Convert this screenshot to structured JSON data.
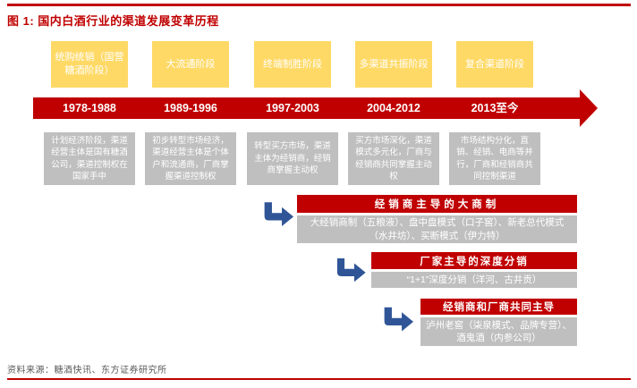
{
  "figure": {
    "title": "图 1: 国内白酒行业的渠道发展变革历程",
    "source": "资料来源：糖酒快讯、东方证券研究所"
  },
  "colors": {
    "accent_red": "#C00000",
    "stage_yellow": "#FFD966",
    "box_gray": "#BFBFBF",
    "arrow_blue": "#2F5597",
    "text_white": "#FFFFFF",
    "source_gray": "#595959"
  },
  "icons": {
    "timeline_arrow": "right-arrow-icon",
    "model_connector": "bent-elbow-arrow-icon"
  },
  "timeline": {
    "stages": [
      {
        "name": "统购统销（国营糖酒阶段）",
        "period": "1978-1988",
        "description": "计划经济阶段，渠道经营主体是国有糖酒公司，渠道控制权在国家手中"
      },
      {
        "name": "大流通阶段",
        "period": "1989-1996",
        "description": "初步转型市场经济，渠道经营主体是个体户和流通商，厂商掌握渠道控制权"
      },
      {
        "name": "终端制胜阶段",
        "period": "1997-2003",
        "description": "转型买方市场，渠道主体为经销商，经销商掌握主动权"
      },
      {
        "name": "多渠道共振阶段",
        "period": "2004-2012",
        "description": "买方市场深化，渠道模式多元化，厂商与经销商共同掌握主动权"
      },
      {
        "name": "复合渠道阶段",
        "period": "2013至今",
        "description": "市场结构分化，直销、经销、电商等并行，厂商和经销商共同控制渠道"
      }
    ]
  },
  "channel_models": [
    {
      "heading": "经销商主导的大商制",
      "detail": "大经销商制（五粮液）、盘中盘模式（口子窖）、新老总代模式（水井坊）、买断模式（伊力特）"
    },
    {
      "heading": "厂家主导的深度分销",
      "detail": "“1+1”深度分销（洋河、古井贡）"
    },
    {
      "heading": "经销商和厂商共同主导",
      "detail": "泸州老窖（柒泉模式、品牌专营）、酒鬼酒（内参公司）"
    }
  ]
}
